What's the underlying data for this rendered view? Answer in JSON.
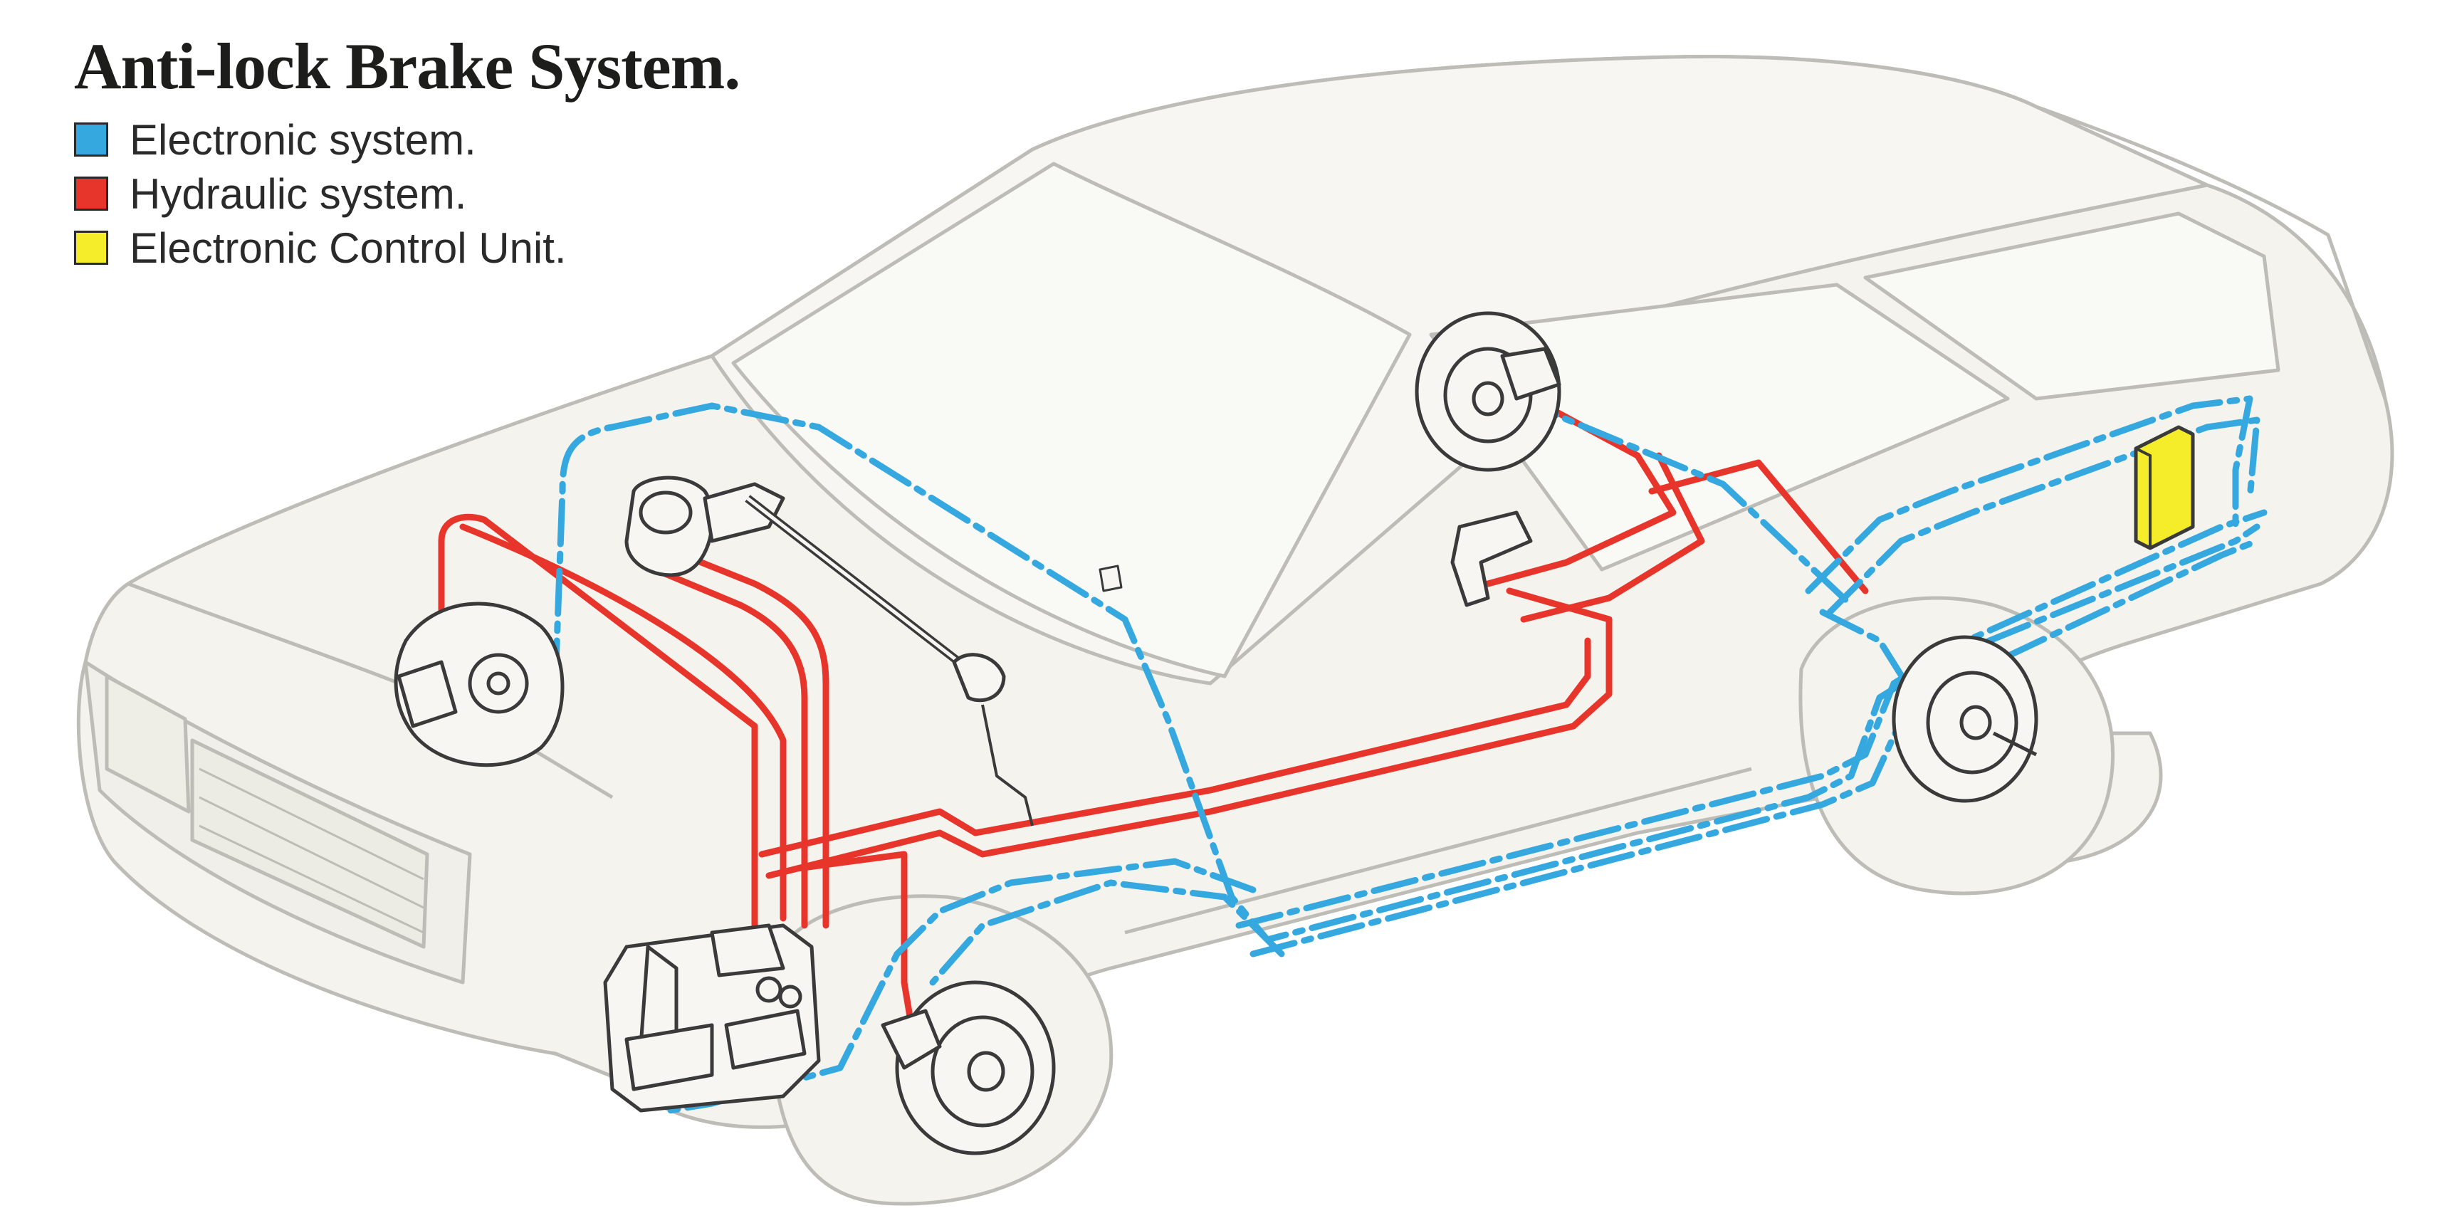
{
  "title": "Anti-lock Brake System.",
  "legend": [
    {
      "label": "Electronic system.",
      "color": "#35a8e0",
      "icon": "blue-square"
    },
    {
      "label": "Hydraulic system.",
      "color": "#e8352b",
      "icon": "red-square"
    },
    {
      "label": "Electronic Control Unit.",
      "color": "#f5ec2a",
      "icon": "yellow-square"
    }
  ],
  "colors": {
    "car_fill": "#f4f3ee",
    "car_outline": "#bdbcb6",
    "component_outline": "#3a3a3a",
    "electronic": "#35a8e0",
    "hydraulic": "#e8352b",
    "ecu": "#f5ec2a"
  }
}
